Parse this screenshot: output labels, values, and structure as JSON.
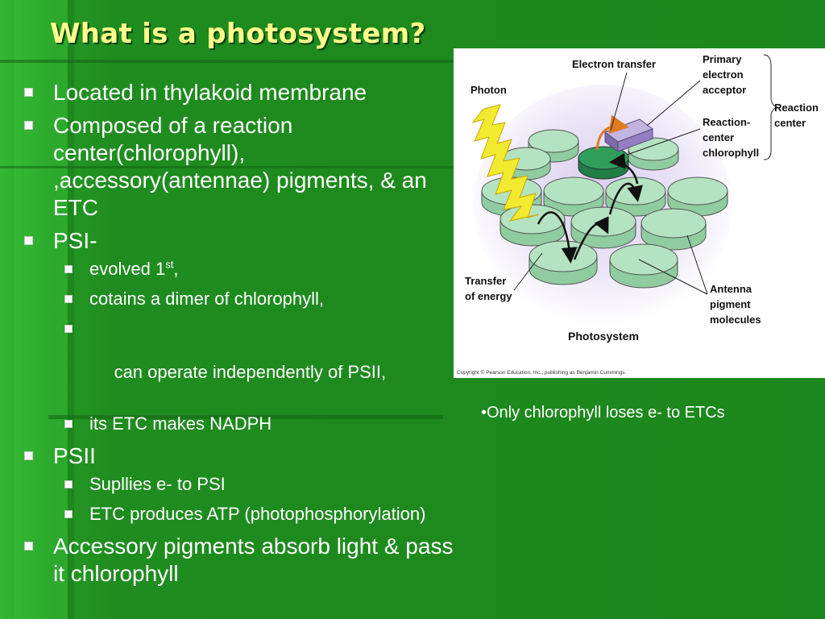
{
  "title": "What is a photosystem?",
  "bullets": {
    "item1": "Located in thylakoid membrane",
    "item2": "Composed of a reaction center(chlorophyll), ,accessory(antennae) pigments, & an ETC",
    "psi": {
      "label": "PSI-",
      "sub1_text": "evolved 1",
      "sub1_sup": "st",
      "sub1_end": ",",
      "sub2": "cotains a dimer of chlorophyll,",
      "sub3": " can operate independently of PSII,",
      "sub4": "its ETC makes NADPH"
    },
    "psii": {
      "label": "PSII",
      "sub1": "Supllies e- to PSI",
      "sub2": "ETC produces ATP (photophosphorylation)"
    },
    "item_last": "Accessory pigments absorb light & pass it chlorophyll"
  },
  "diagram": {
    "label_electron_transfer": "Electron transfer",
    "label_primary_1": "Primary",
    "label_primary_2": "electron",
    "label_primary_3": "acceptor",
    "label_reaction_1": "Reaction",
    "label_reaction_2": "center",
    "label_rcc_1": "Reaction-",
    "label_rcc_2": "center",
    "label_rcc_3": "chlorophyll",
    "label_photon": "Photon",
    "label_transfer_1": "Transfer",
    "label_transfer_2": "of energy",
    "label_antenna_1": "Antenna",
    "label_antenna_2": "pigment",
    "label_antenna_3": "molecules",
    "label_photosystem": "Photosystem",
    "copyright": "Copyright © Pearson Education, Inc., publishing as Benjamin Cummings."
  },
  "caption": "•Only chlorophyll loses e- to ETCs",
  "colors": {
    "background": "#1f8a1f",
    "title": "#ffff8c",
    "text": "#ffffff",
    "disk_fill": "#b3e3c0",
    "reaction_disk": "#2f9e5b",
    "acceptor": "#a895cc",
    "photon": "#f2ea2e"
  }
}
